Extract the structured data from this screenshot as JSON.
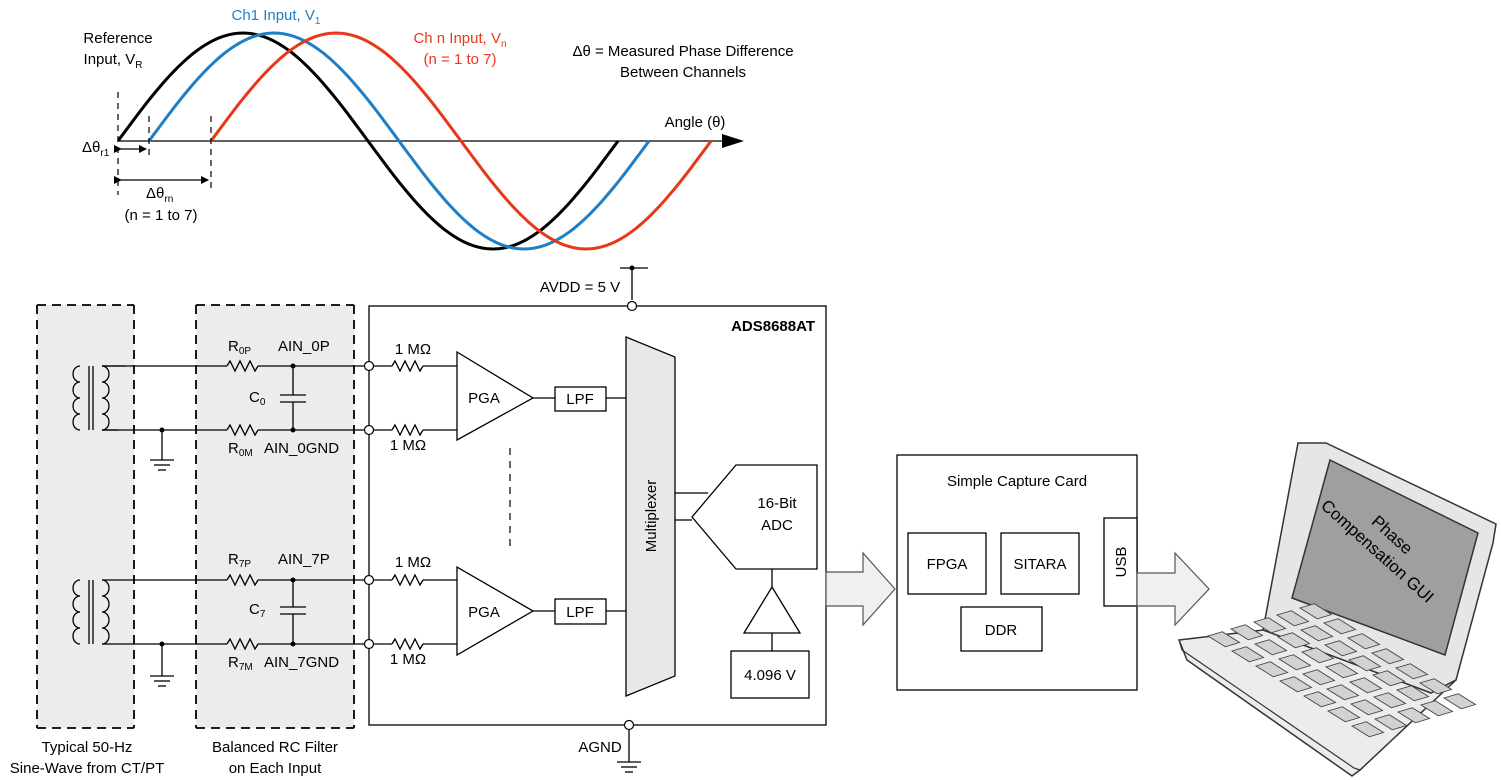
{
  "waveform": {
    "reference_label_line1": "Reference",
    "reference_label_line2": "Input, V",
    "reference_label_sub": "R",
    "ch1_label": "Ch1 Input, V",
    "ch1_sub": "1",
    "chn_label": "Ch n Input, V",
    "chn_sub": "n",
    "chn_range": "(n = 1 to 7)",
    "delta_def_line1": "Δθ = Measured Phase Difference",
    "delta_def_line2": "Between Channels",
    "angle_label": "Angle (θ)",
    "delta_r1": "Δθ",
    "delta_r1_sub": "r1",
    "delta_rn": "Δθ",
    "delta_rn_sub": "rn",
    "delta_rn_range": "(n = 1 to 7)",
    "colors": {
      "reference": "#000000",
      "ch1": "#1f7fc4",
      "chn": "#e8381a"
    }
  },
  "source": {
    "caption_line1": "Typical 50-Hz",
    "caption_line2": "Sine-Wave from CT/PT"
  },
  "filter": {
    "caption_line1": "Balanced RC Filter",
    "caption_line2": "on Each Input",
    "r0p": "R",
    "r0p_sub": "0P",
    "r0m": "R",
    "r0m_sub": "0M",
    "c0": "C",
    "c0_sub": "0",
    "r7p": "R",
    "r7p_sub": "7P",
    "r7m": "R",
    "r7m_sub": "7M",
    "c7": "C",
    "c7_sub": "7",
    "ain0p": "AIN_0P",
    "ain0gnd": "AIN_0GND",
    "ain7p": "AIN_7P",
    "ain7gnd": "AIN_7GND"
  },
  "adc_chip": {
    "name": "ADS8688AT",
    "avdd": "AVDD = 5 V",
    "agnd": "AGND",
    "res_1": "1 MΩ",
    "res_2": "1 MΩ",
    "res_3": "1 MΩ",
    "res_4": "1 MΩ",
    "pga_1": "PGA",
    "pga_2": "PGA",
    "lpf_1": "LPF",
    "lpf_2": "LPF",
    "mux": "Multiplexer",
    "adc_line1": "16-Bit",
    "adc_line2": "ADC",
    "vref": "4.096 V"
  },
  "capture_card": {
    "title": "Simple Capture Card",
    "fpga": "FPGA",
    "sitara": "SITARA",
    "ddr": "DDR",
    "usb": "USB"
  },
  "laptop": {
    "screen_line1": "Phase",
    "screen_line2": "Compensation GUI"
  }
}
